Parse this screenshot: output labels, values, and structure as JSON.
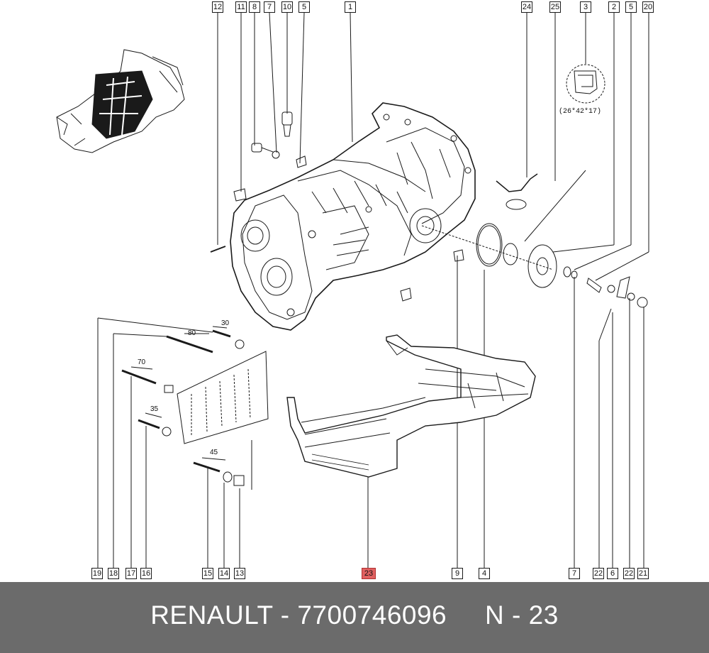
{
  "callouts_top": [
    "12",
    "11",
    "8",
    "7",
    "10",
    "5",
    "1",
    "24",
    "25",
    "3",
    "2",
    "5",
    "20"
  ],
  "callouts_bottom": [
    "19",
    "18",
    "17",
    "16",
    "15",
    "14",
    "13",
    "23",
    "9",
    "4",
    "7",
    "22",
    "6",
    "22",
    "21"
  ],
  "highlighted_callout": "23",
  "dimensions": [
    "30",
    "80",
    "70",
    "35",
    "45"
  ],
  "seal_size": "(26*42*17)",
  "footer": {
    "brand": "RENAULT",
    "part_number": "7700746096",
    "ref": "N - 23",
    "text": "RENAULT - 7700746096     N - 23"
  },
  "colors": {
    "footer_bg": "#6b6b6b",
    "highlight": "#e06060"
  }
}
